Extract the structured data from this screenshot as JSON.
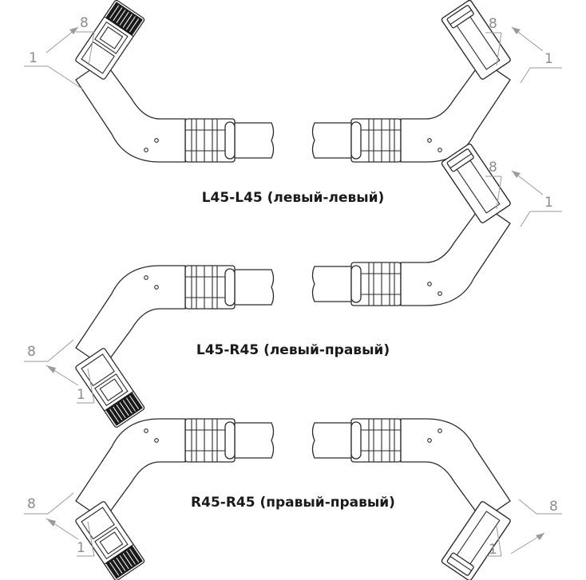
{
  "captions": {
    "pair1": "L45-L45 (левый-левый)",
    "pair2": "L45-R45 (левый-правый)",
    "pair3": "R45-R45 (правый-правый)"
  },
  "pins": {
    "first": "1",
    "last": "8"
  },
  "colors": {
    "line": "#2a2a2a",
    "guide": "#9a9a9a",
    "label": "#8c8c8c",
    "caption": "#1a1a1a"
  }
}
